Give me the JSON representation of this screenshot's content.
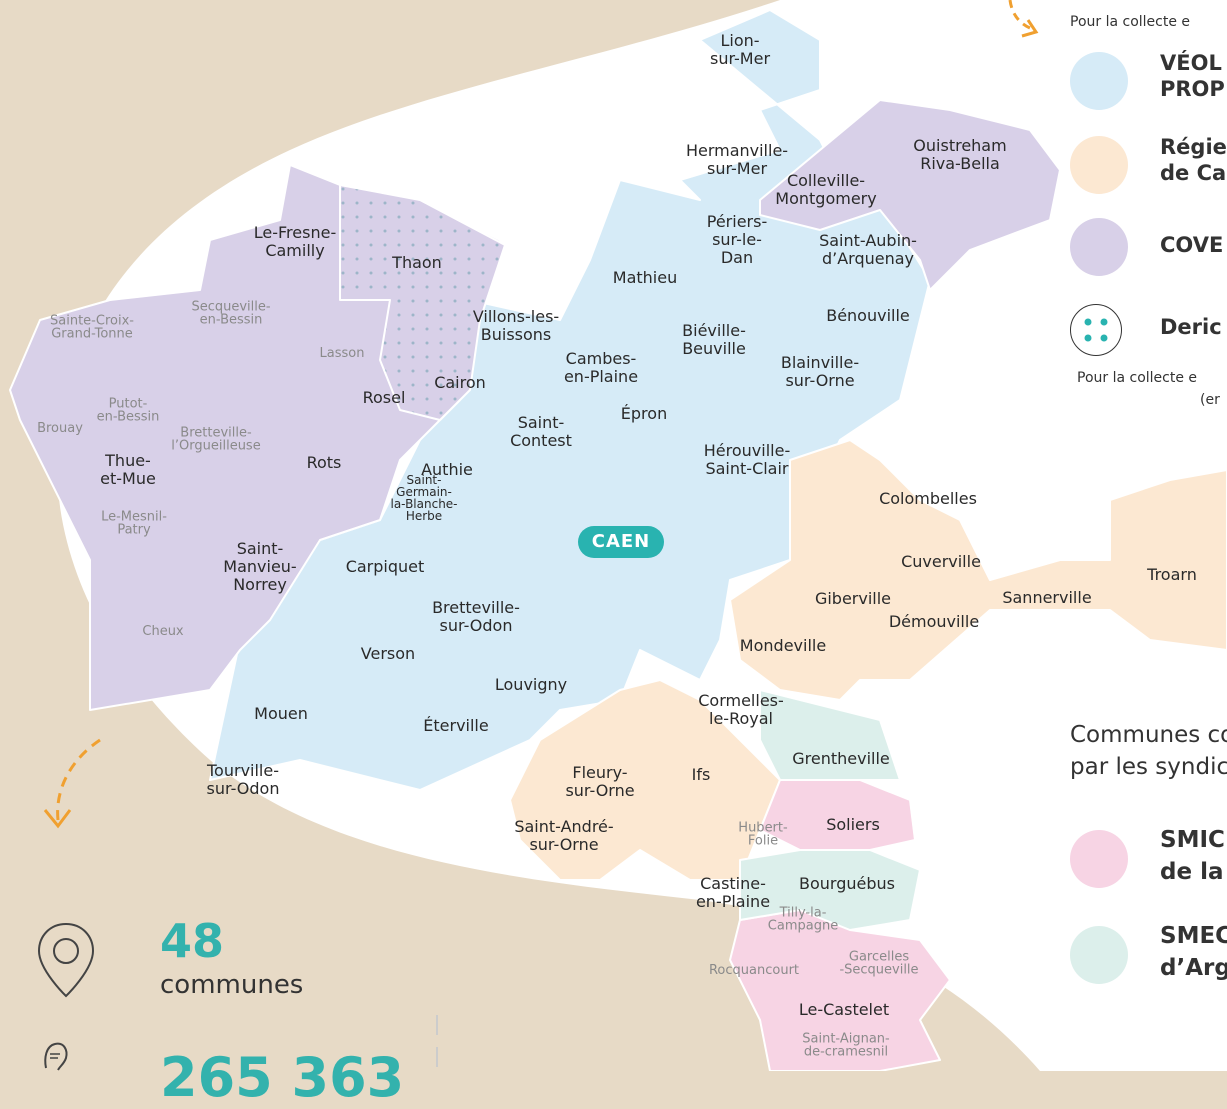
{
  "legend_top": {
    "note_top": "Pour la collecte e",
    "items": [
      {
        "color": "#d6ebf7",
        "line1": "VÉOL",
        "line2": "PROP"
      },
      {
        "color": "#fce8d2",
        "line1": "Régie",
        "line2": "de Ca"
      },
      {
        "color": "#d8d0e8",
        "line1": "COVE",
        "line2": ""
      },
      {
        "pattern": "dots",
        "line1": "Deric",
        "line2": ""
      }
    ],
    "note_bottom_1": "Pour la collecte e",
    "note_bottom_2": "(er"
  },
  "legend_bottom": {
    "intro_1": "Communes co",
    "intro_2": "par les syndic",
    "items": [
      {
        "color": "#f7d4e4",
        "line1": "SMIC",
        "line2": "de la"
      },
      {
        "color": "#dcefeb",
        "line1": "SMEC",
        "line2": "d’Arg"
      }
    ]
  },
  "city_badge": "CAEN",
  "stats": {
    "communes_count": "48",
    "communes_label": "communes",
    "population_partial": "265 363"
  },
  "colors": {
    "veolia": "#d6ebf7",
    "regie": "#fce8d2",
    "covel": "#d8d0e8",
    "smictom": "#f7d4e4",
    "smeco": "#dcefeb",
    "accent": "#29b3b0",
    "arrow": "#f0a030"
  },
  "communes": [
    {
      "name": "Lion-\nsur-Mer"
    },
    {
      "name": "Hermanville-\nsur-Mer"
    },
    {
      "name": "Colleville-\nMontgomery"
    },
    {
      "name": "Ouistreham\nRiva-Bella"
    },
    {
      "name": "Périers-\nsur-le-\nDan"
    },
    {
      "name": "Saint-Aubin-\nd’Arquenay"
    },
    {
      "name": "Mathieu"
    },
    {
      "name": "Bénouville"
    },
    {
      "name": "Biéville-\nBeuville"
    },
    {
      "name": "Blainville-\nsur-Orne"
    },
    {
      "name": "Villons-les-\nBuissons"
    },
    {
      "name": "Cambes-\nen-Plaine"
    },
    {
      "name": "Épron"
    },
    {
      "name": "Saint-\nContest"
    },
    {
      "name": "Hérouville-\nSaint-Clair"
    },
    {
      "name": "Le-Fresne-\nCamilly"
    },
    {
      "name": "Thaon"
    },
    {
      "name": "Cairon"
    },
    {
      "name": "Rosel"
    },
    {
      "name": "Lasson"
    },
    {
      "name": "Secqueville-\nen-Bessin"
    },
    {
      "name": "Sainte-Croix-\nGrand-Tonne"
    },
    {
      "name": "Putot-\nen-Bessin"
    },
    {
      "name": "Brouay"
    },
    {
      "name": "Bretteville-\nl’Orgueilleuse"
    },
    {
      "name": "Thue-\net-Mue"
    },
    {
      "name": "Rots"
    },
    {
      "name": "Le-Mesnil-\nPatry"
    },
    {
      "name": "Authie"
    },
    {
      "name": "Saint-\nGermain-\nla-Blanche-\nHerbe"
    },
    {
      "name": "Saint-\nManvieu-\nNorrey"
    },
    {
      "name": "Carpiquet"
    },
    {
      "name": "Cheux"
    },
    {
      "name": "Bretteville-\nsur-Odon"
    },
    {
      "name": "Verson"
    },
    {
      "name": "Mouen"
    },
    {
      "name": "Louvigny"
    },
    {
      "name": "Éterville"
    },
    {
      "name": "Tourville-\nsur-Odon"
    },
    {
      "name": "Colombelles"
    },
    {
      "name": "Cuverville"
    },
    {
      "name": "Giberville"
    },
    {
      "name": "Démouville"
    },
    {
      "name": "Sannerville"
    },
    {
      "name": "Troarn"
    },
    {
      "name": "Mondeville"
    },
    {
      "name": "Cormelles-\nle-Royal"
    },
    {
      "name": "Ifs"
    },
    {
      "name": "Fleury-\nsur-Orne"
    },
    {
      "name": "Saint-André-\nsur-Orne"
    },
    {
      "name": "Grentheville"
    },
    {
      "name": "Soliers"
    },
    {
      "name": "Hubert-\nFolie"
    },
    {
      "name": "Castine-\nen-Plaine"
    },
    {
      "name": "Bourguébus"
    },
    {
      "name": "Tilly-la-\nCampagne"
    },
    {
      "name": "Rocquancourt"
    },
    {
      "name": "Garcelles\n-Secqueville"
    },
    {
      "name": "Le-Castelet"
    },
    {
      "name": "Saint-Aignan-\nde-cramesnil"
    }
  ]
}
